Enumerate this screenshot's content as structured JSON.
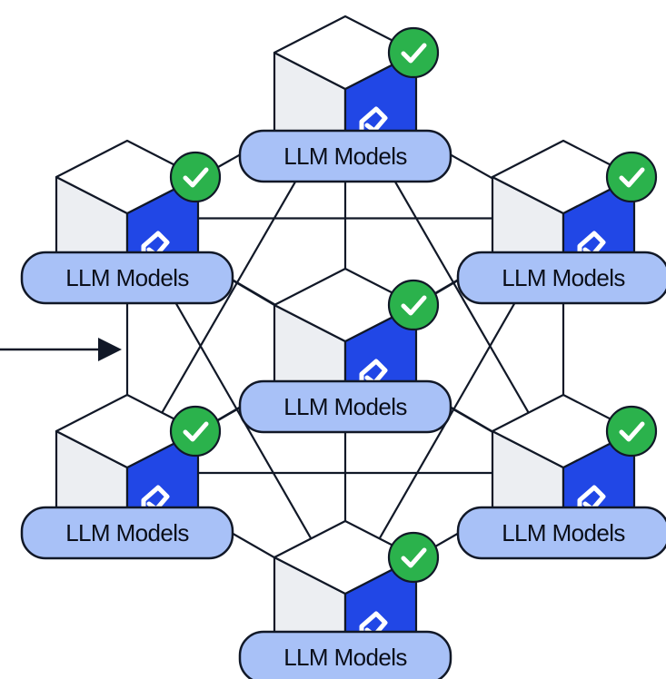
{
  "colors": {
    "accent_blue": "#2147e6",
    "pill_fill": "#a8c1f7",
    "check_green": "#2bb24c",
    "outline": "#111827"
  },
  "icons": {
    "node": "cube-icon",
    "status": "checkmark-circle-icon",
    "input": "arrow-right-icon"
  },
  "nodes": [
    {
      "id": "top",
      "label": "LLM Models"
    },
    {
      "id": "upper-left",
      "label": "LLM Models"
    },
    {
      "id": "upper-right",
      "label": "LLM Models"
    },
    {
      "id": "center",
      "label": "LLM Models"
    },
    {
      "id": "lower-left",
      "label": "LLM Models"
    },
    {
      "id": "lower-right",
      "label": "LLM Models"
    },
    {
      "id": "bottom",
      "label": "LLM Models"
    }
  ]
}
